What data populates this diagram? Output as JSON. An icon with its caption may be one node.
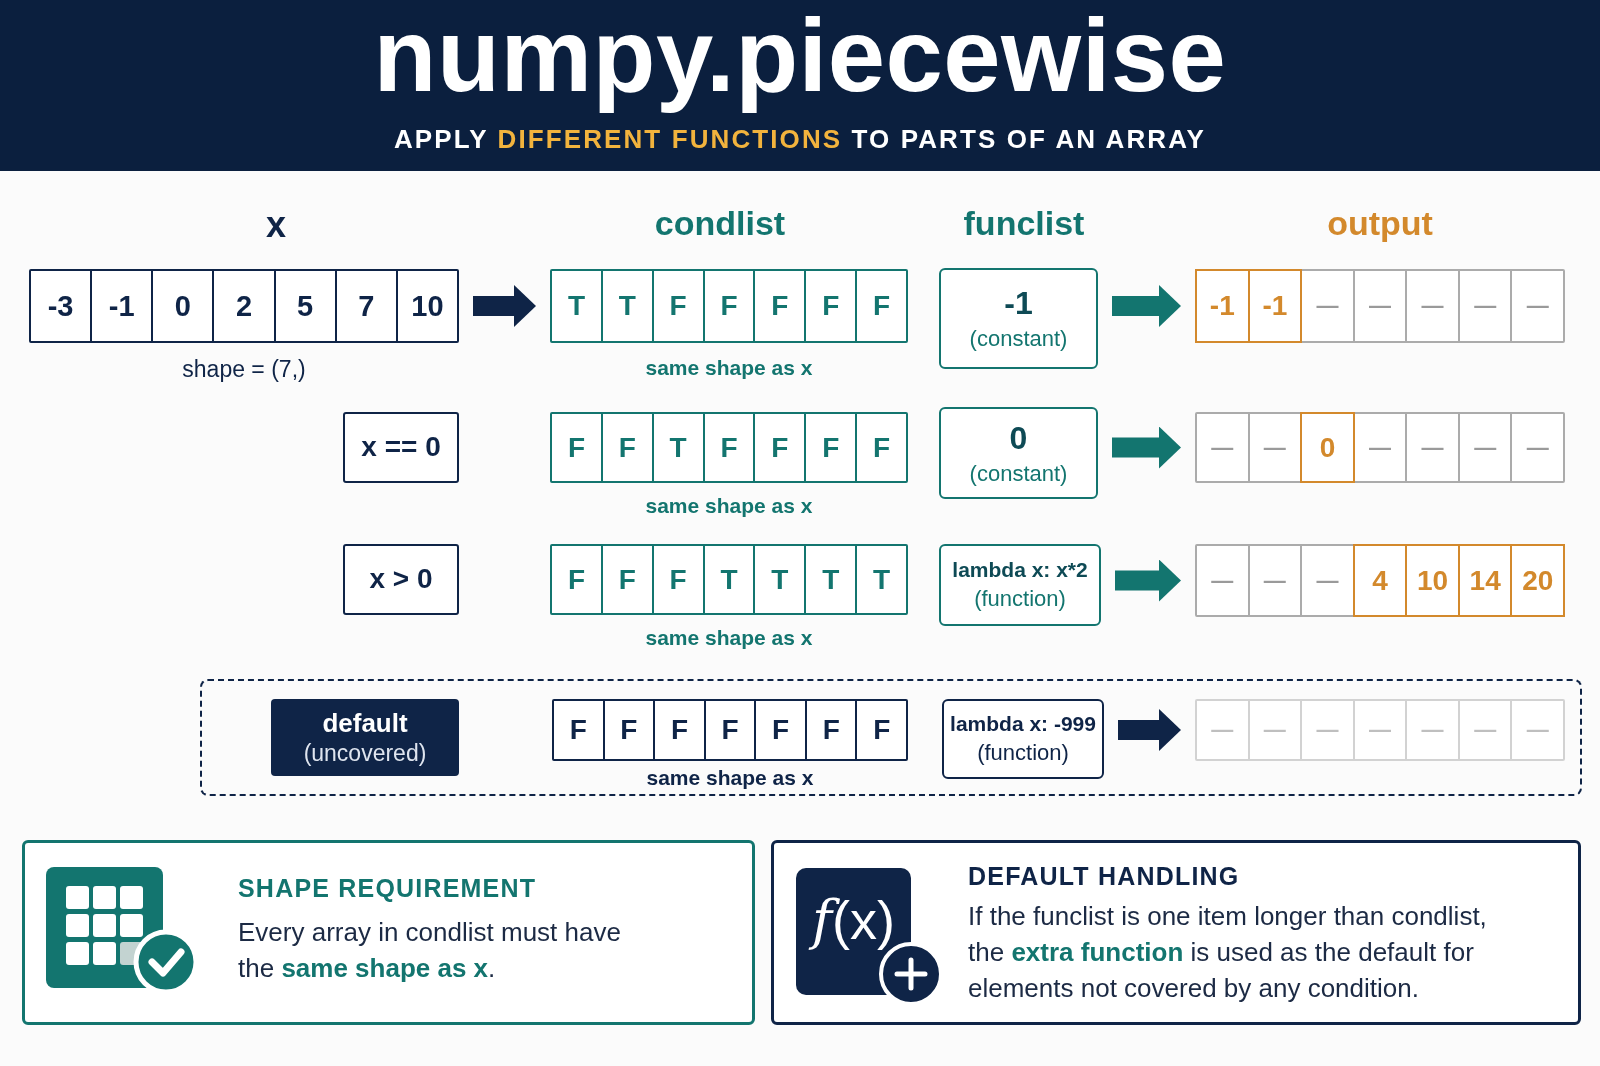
{
  "diagram": {
    "title": "numpy.piecewise",
    "nodes": [
      {
        "text": [
          "-3",
          "-1",
          "0",
          "2",
          "5",
          "7",
          "10"
        ],
        "beside": [
          "shape = (7,)"
        ]
      },
      {
        "text": [
          "T",
          "T",
          "F",
          "F",
          "F",
          "F",
          "F"
        ],
        "beside": [
          "same shape as x"
        ]
      },
      {
        "text": [
          "-1",
          "(constant)"
        ]
      },
      {
        "text": [
          "-1",
          "-1",
          "—",
          "—",
          "—",
          "—",
          "—"
        ]
      },
      {
        "text": [
          "x == 0"
        ]
      },
      {
        "text": [
          "F",
          "F",
          "T",
          "F",
          "F",
          "F",
          "F"
        ],
        "beside": [
          "same shape as x"
        ]
      },
      {
        "text": [
          "0",
          "(constant)"
        ]
      },
      {
        "text": [
          "—",
          "—",
          "0",
          "—",
          "—",
          "—",
          "—"
        ]
      },
      {
        "text": [
          "x > 0"
        ]
      },
      {
        "text": [
          "F",
          "F",
          "F",
          "T",
          "T",
          "T",
          "T"
        ],
        "beside": [
          "same shape as x"
        ]
      },
      {
        "text": [
          "lambda x: x*2",
          "(function)"
        ]
      },
      {
        "text": [
          "—",
          "—",
          "—",
          "4",
          "10",
          "14",
          "20"
        ]
      },
      {
        "text": [],
        "shape": "box"
      },
      {
        "text": [
          "default",
          "(uncovered)"
        ],
        "in": 12
      },
      {
        "text": [
          "F",
          "F",
          "F",
          "F",
          "F",
          "F",
          "F"
        ],
        "in": 12,
        "beside": [
          "same shape as x"
        ]
      },
      {
        "text": [
          "lambda x: -999",
          "(function)"
        ],
        "in": 12
      },
      {
        "text": [
          "—",
          "—",
          "—",
          "—",
          "—",
          "—",
          "—"
        ],
        "in": 12
      },
      {
        "text": [
          "SHAPE REQUIREMENT",
          "Every array in condlist must have the **same shape as x**."
        ]
      },
      {
        "text": [
          "DEFAULT HANDLING",
          "If the funclist is one item longer than condlist, the **extra function** is used as the default for elements not covered by any condition."
        ]
      },
      {
        "text": [
          "*f*(x)"
        ],
        "in": 18
      }
    ],
    "edges": [
      {
        "from": 0,
        "to": 1,
        "arrow": "to",
        "color": "#0f2447"
      },
      {
        "from": 2,
        "to": 3,
        "arrow": "to"
      },
      {
        "from": 6,
        "to": 7,
        "arrow": "to"
      },
      {
        "from": 10,
        "to": 11,
        "arrow": "to"
      },
      {
        "from": 15,
        "to": 16,
        "arrow": "to",
        "color": "#0f2447"
      }
    ],
    "labels": [
      "APPLY **DIFFERENT FUNCTIONS** TO PARTS OF AN ARRAY",
      "x",
      "condlist",
      "funclist",
      "output"
    ]
  }
}
